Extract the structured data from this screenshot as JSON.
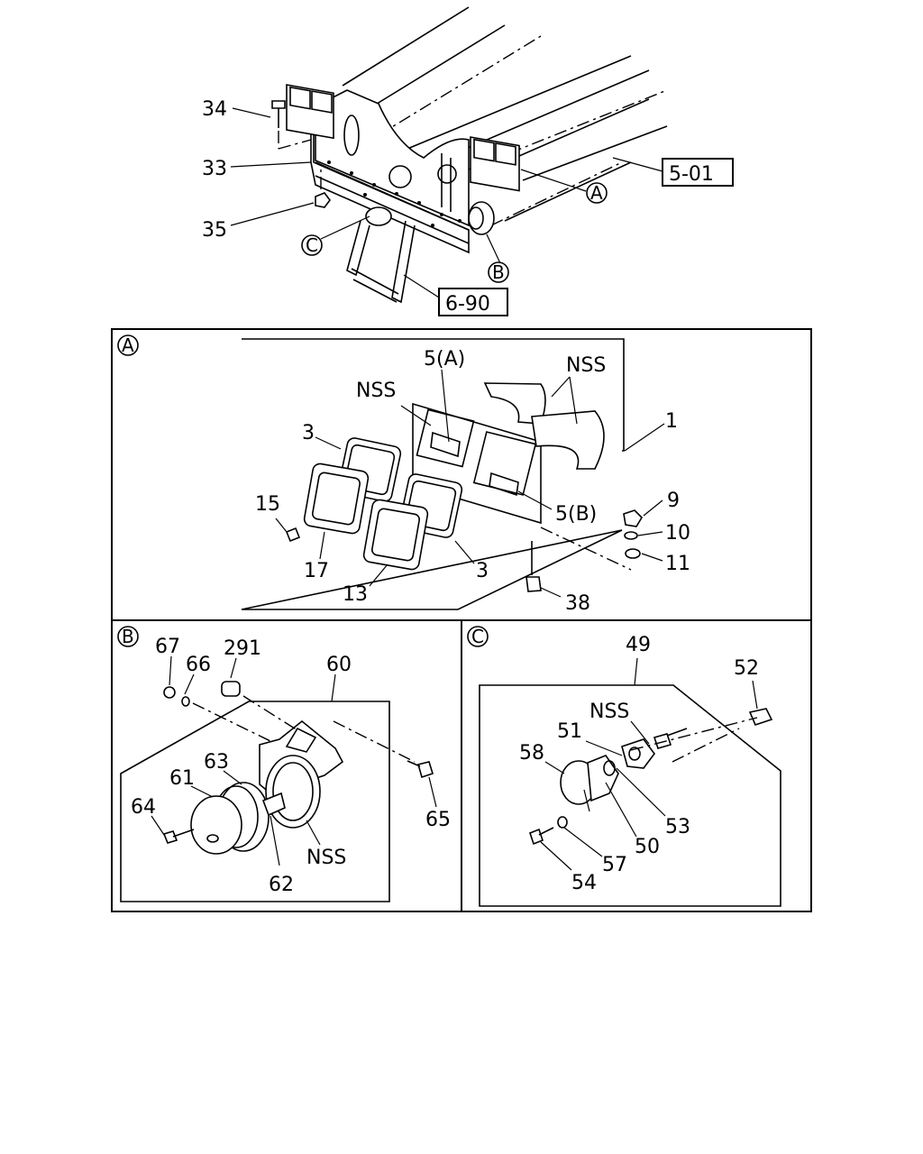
{
  "overview": {
    "callouts": [
      "34",
      "33",
      "35"
    ],
    "refs": [
      "5-01",
      "6-90"
    ],
    "markers": [
      "A",
      "B",
      "C"
    ]
  },
  "panel_a": {
    "marker": "A",
    "labels": [
      "5(A)",
      "NSS",
      "NSS",
      "1",
      "3",
      "15",
      "17",
      "13",
      "3",
      "5(B)",
      "9",
      "10",
      "11",
      "38"
    ]
  },
  "panel_b": {
    "marker": "B",
    "labels": [
      "67",
      "66",
      "291",
      "60",
      "63",
      "61",
      "64",
      "65",
      "NSS",
      "62"
    ]
  },
  "panel_c": {
    "marker": "C",
    "labels": [
      "49",
      "52",
      "NSS",
      "51",
      "58",
      "53",
      "50",
      "57",
      "54"
    ]
  }
}
